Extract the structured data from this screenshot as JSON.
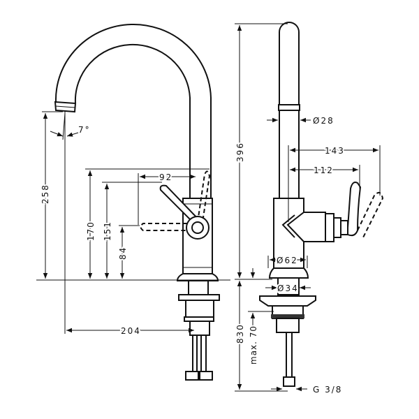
{
  "drawing": {
    "side_view": {
      "angle": "7°",
      "height_outlet": "258",
      "height_lever_top": "170",
      "height_lever_mid": "151",
      "height_lever_low": "84",
      "lever_reach": "92",
      "spout_reach": "204"
    },
    "front_view": {
      "total_height": "396",
      "spout_diameter": "Ø28",
      "handle_reach_max": "143",
      "handle_reach": "112",
      "body_diameter": "Ø62",
      "shank_diameter": "Ø34",
      "hose_length": "830",
      "max_deck_thickness": "max. 70",
      "connection": "G 3/8"
    }
  }
}
